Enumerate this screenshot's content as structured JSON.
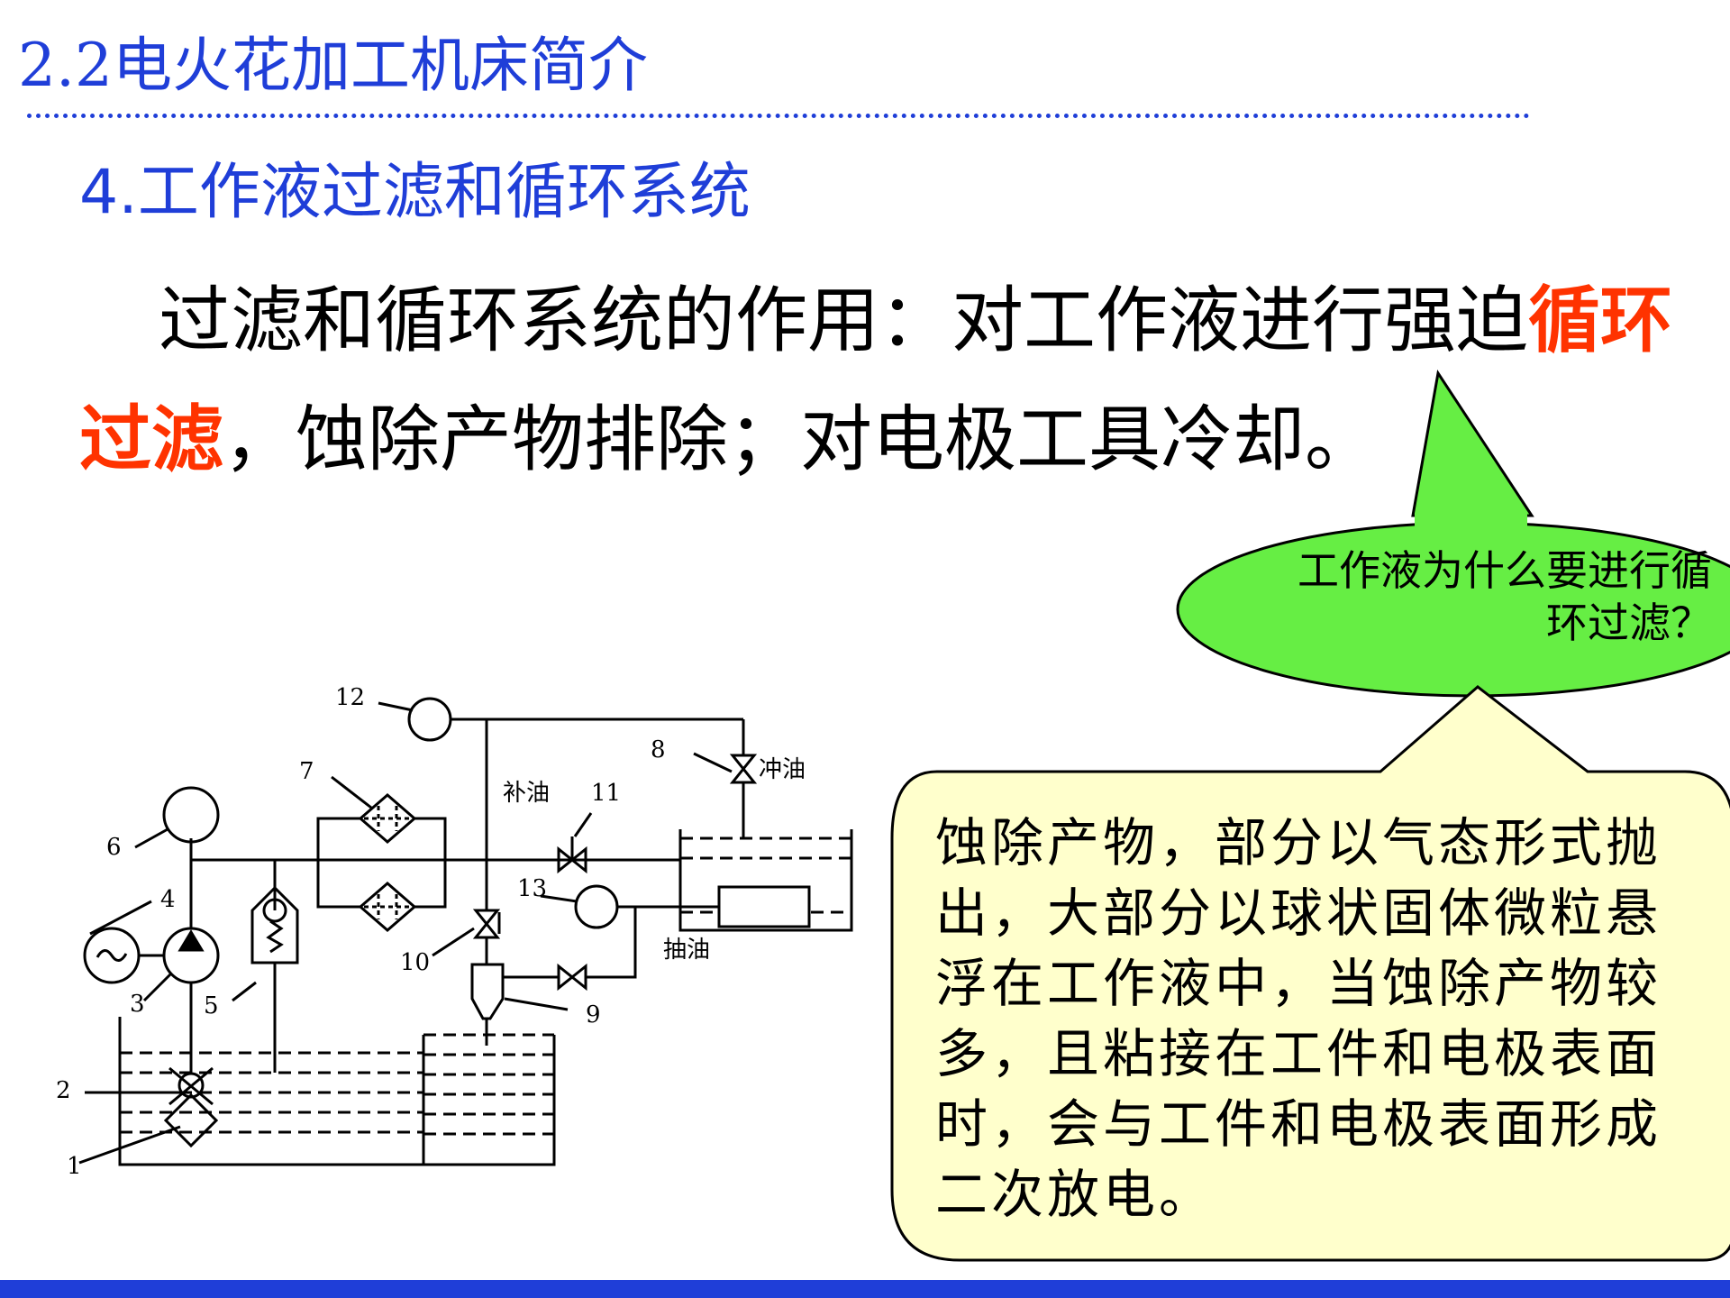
{
  "slide": {
    "title": "2.2电火花加工机床简介",
    "section_heading": "4.工作液过滤和循环系统"
  },
  "body": {
    "part1": "过滤和循环系统的作用：对工作液进行强迫",
    "highlight1": "循环",
    "highlight2": "过滤",
    "part2": "，蚀除产物排除；对电极工具冷却。"
  },
  "diagram": {
    "labels": {
      "n1": "1",
      "n2": "2",
      "n3": "3",
      "n4": "4",
      "n5": "5",
      "n6": "6",
      "n7": "7",
      "n8": "8",
      "n9": "9",
      "n10": "10",
      "n11": "11",
      "n12": "12",
      "n13": "13",
      "chongyou": "冲油",
      "buyou": "补油",
      "chouyou": "抽油"
    }
  },
  "question_callout": {
    "text": "工作液为什么要进行循环过滤？"
  },
  "answer_callout": {
    "text": "蚀除产物，部分以气态形式抛出，大部分以球状固体微粒悬浮在工作液中，当蚀除产物较多，且粘接在工件和电极表面时，会与工件和电极表面形成二次放电。"
  },
  "colors": {
    "title_blue": "#1f3ed8",
    "highlight_red": "#ff3300",
    "question_fill": "#66ee44",
    "answer_fill": "#ffffcc"
  }
}
